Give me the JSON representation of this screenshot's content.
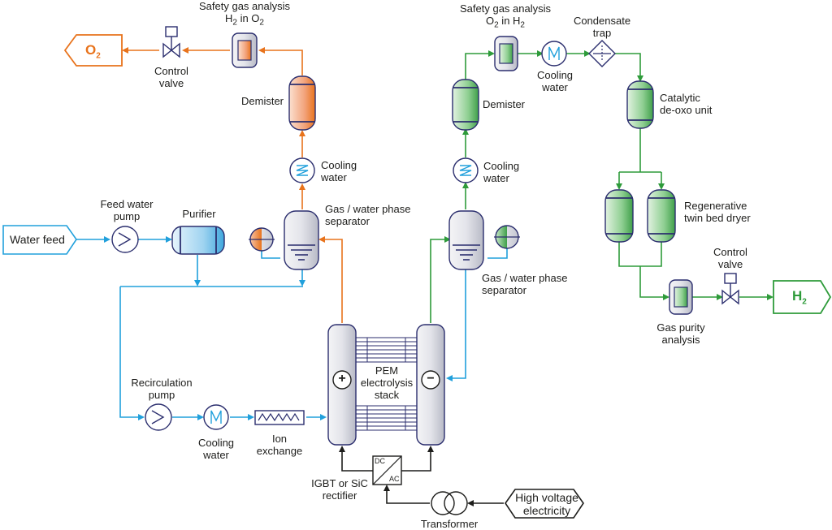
{
  "colors": {
    "oxygen": "#e8731c",
    "hydrogen": "#2e9b3a",
    "water": "#21a0dc",
    "power": "#1d1d1b",
    "vessel_navy": "#2b2e6e"
  },
  "terminals": {
    "o2_label": "O",
    "o2_sub": "2",
    "h2_label": "H",
    "h2_sub": "2",
    "water_feed": "Water feed",
    "high_voltage": "High voltage\nelectricity"
  },
  "oxygen_side": {
    "safety_title": "Safety gas analysis",
    "safety_sub_prefix": "H",
    "safety_sub_subscript": "2",
    "safety_sub_suffix": " in O",
    "safety_sub_subscript2": "2",
    "control_valve": "Control\nvalve",
    "demister": "Demister",
    "cooling_water": "Cooling\nwater",
    "separator": "Gas / water phase\nseparator"
  },
  "hydrogen_side": {
    "safety_title": "Safety gas analysis",
    "safety_sub_prefix": "O",
    "safety_sub_subscript": "2",
    "safety_sub_suffix": " in H",
    "safety_sub_subscript2": "2",
    "cooling_water_top": "Cooling\nwater",
    "condensate_trap": "Condensate\ntrap",
    "demister": "Demister",
    "catalytic": "Catalytic\nde-oxo unit",
    "cooling_water": "Cooling\nwater",
    "dryer": "Regenerative\ntwin bed dryer",
    "separator": "Gas / water phase\nseparator",
    "control_valve": "Control\nvalve",
    "gas_purity": "Gas purity\nanalysis"
  },
  "water_loop": {
    "feed_pump": "Feed water\npump",
    "purifier": "Purifier",
    "recirculation_pump": "Recirculation\npump",
    "cooling_water": "Cooling\nwater",
    "ion_exchange": "Ion\nexchange"
  },
  "stack": {
    "label": "PEM\nelectrolysis\nstack",
    "plus": "+",
    "minus": "−"
  },
  "power": {
    "rectifier": "IGBT or SiC\nrectifier",
    "dc": "DC",
    "ac": "AC",
    "transformer": "Transformer"
  }
}
